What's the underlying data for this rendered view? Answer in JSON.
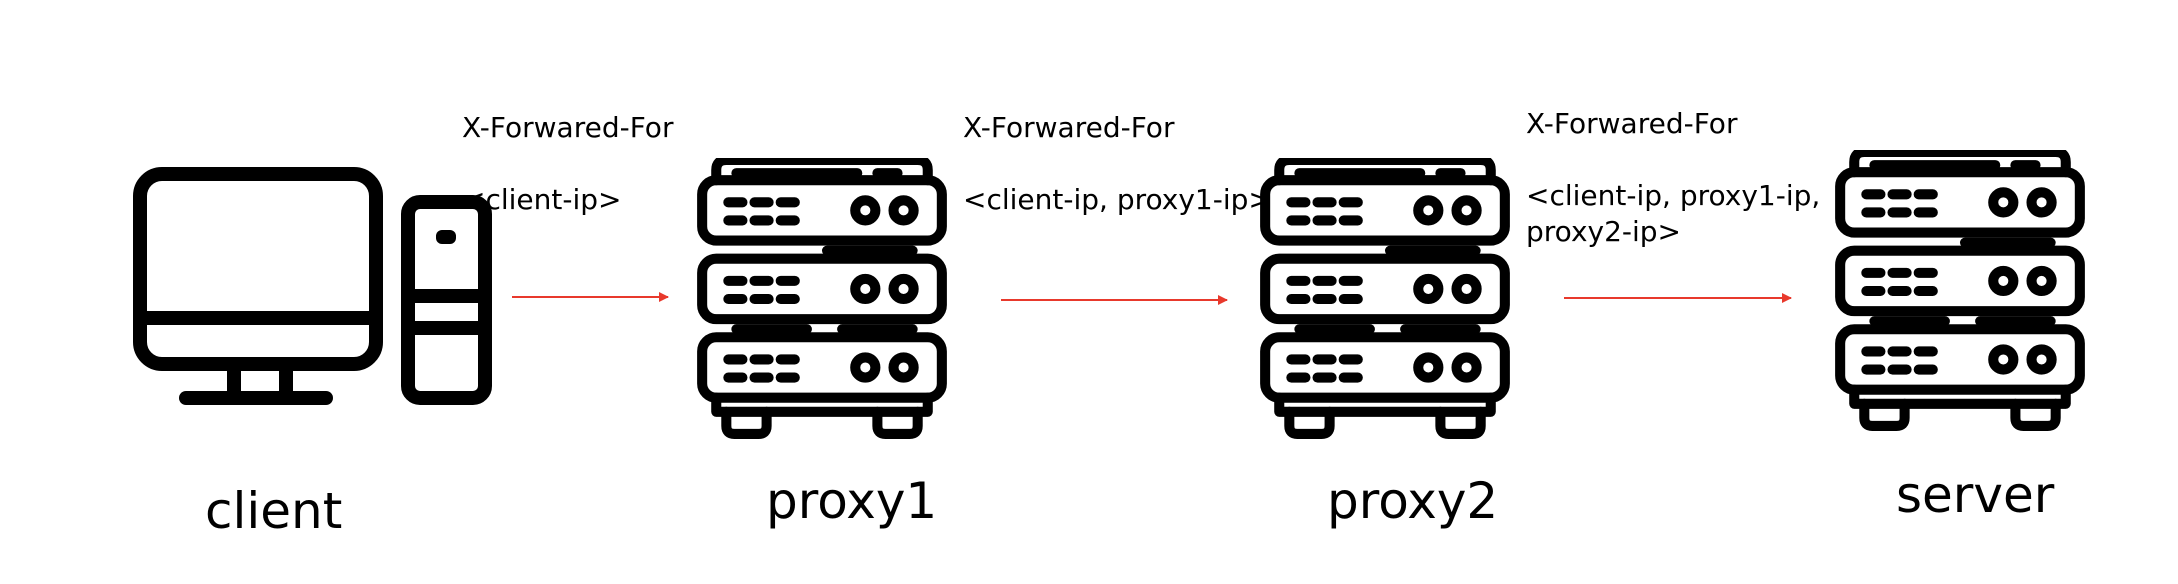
{
  "colors": {
    "arrow": "#e8392c",
    "icon": "#000000",
    "background": "#ffffff"
  },
  "nodes": [
    {
      "id": "client",
      "label": "client",
      "icon": "desktop-computer-icon"
    },
    {
      "id": "proxy1",
      "label": "proxy1",
      "icon": "server-rack-icon"
    },
    {
      "id": "proxy2",
      "label": "proxy2",
      "icon": "server-rack-icon"
    },
    {
      "id": "server",
      "label": "server",
      "icon": "server-rack-icon"
    }
  ],
  "edges": [
    {
      "from": "client",
      "to": "proxy1",
      "header_name": "X-Forwared-For",
      "header_value": "<client-ip>"
    },
    {
      "from": "proxy1",
      "to": "proxy2",
      "header_name": "X-Forwared-For",
      "header_value": "<client-ip, proxy1-ip>"
    },
    {
      "from": "proxy2",
      "to": "server",
      "header_name": "X-Forwared-For",
      "header_value": "<client-ip, proxy1-ip,\nproxy2-ip>"
    }
  ]
}
